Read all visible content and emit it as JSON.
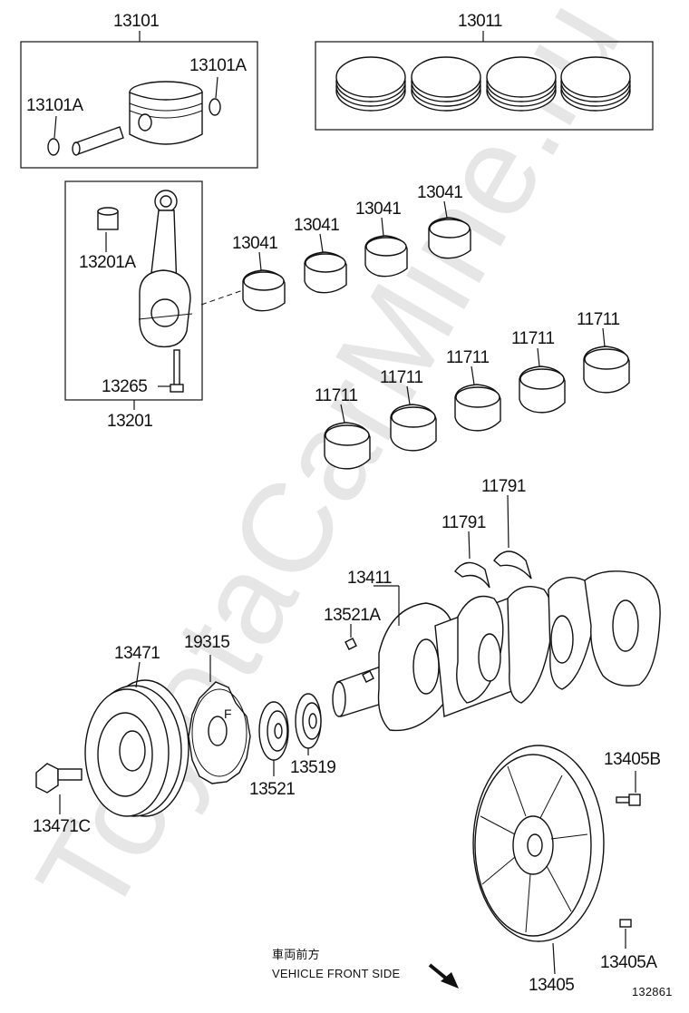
{
  "watermark": "ToyotaCarMine.ru",
  "figure_number": "132861",
  "direction_note": {
    "jp": "車両前方",
    "en": "VEHICLE FRONT SIDE"
  },
  "labels": {
    "piston_kit": "13101",
    "piston_ring_set": "13011",
    "snap_ring_right": "13101A",
    "snap_ring_left": "13101A",
    "conrod_bushing": "13201A",
    "conrod_bolt": "13265",
    "conrod_assy": "13201",
    "conrod_bearing_1": "13041",
    "conrod_bearing_2": "13041",
    "conrod_bearing_3": "13041",
    "conrod_bearing_4": "13041",
    "main_bearing_1": "11711",
    "main_bearing_2": "11711",
    "main_bearing_3": "11711",
    "main_bearing_4": "11711",
    "main_bearing_5": "11711",
    "thrust_washer_upper": "11791",
    "thrust_washer_lower": "11791",
    "crankshaft": "13411",
    "crank_key": "13521A",
    "pulley": "13471",
    "pulley_bolt": "13471C",
    "timing_plate": "19315",
    "crank_sprocket": "13521",
    "sprocket_2": "13519",
    "flywheel_bolt": "13405B",
    "flywheel_pin": "13405A",
    "drive_plate": "13405"
  }
}
